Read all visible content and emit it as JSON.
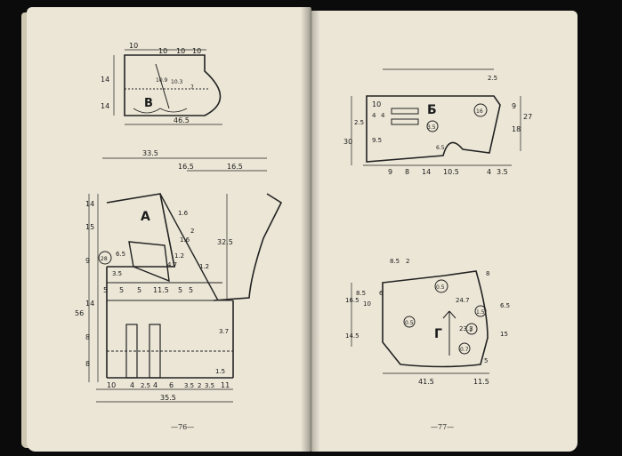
{
  "left_page": {
    "folio": "—76—",
    "pattern_b": {
      "letter": "B",
      "dims": [
        "10",
        "10",
        "10",
        "10",
        "14",
        "14",
        "10.9",
        "10.3",
        "7",
        "46.5"
      ]
    },
    "pattern_a": {
      "letter": "A",
      "dims": [
        "33.5",
        "16.5",
        "16.5",
        "14",
        "15",
        "9",
        "14",
        "8",
        "8",
        "56",
        "32.5",
        "3.5",
        "6.5",
        "4.7",
        "1.6",
        "1.6",
        "1.2",
        "1.2",
        "2",
        "5",
        "5",
        "5",
        "11.5",
        "5",
        "5",
        "3.7",
        "1.5",
        "10",
        "4",
        "2.5",
        "4",
        "6",
        "3.5",
        "2",
        "3.5",
        "11",
        "35.5"
      ],
      "circle_label": "28"
    }
  },
  "right_page": {
    "folio": "—77—",
    "pattern_b2": {
      "letter": "Б",
      "dims": [
        "2.5",
        "10",
        "4",
        "4",
        "9.5",
        "2.5",
        "30",
        "9",
        "18",
        "27",
        "9",
        "8",
        "14",
        "10.5",
        "4",
        "3.5"
      ],
      "circles": [
        "16",
        "3.5",
        "6.5"
      ]
    },
    "pattern_g": {
      "letter": "Г",
      "dims": [
        "8.5",
        "2",
        "8.5",
        "10",
        "6",
        "16.5",
        "14.5",
        "24.7",
        "23.3",
        "8",
        "6.5",
        "15",
        "5",
        "41.5",
        "11.5"
      ],
      "circles": [
        "0.5",
        "1.5",
        "1",
        "0.7",
        "0.5"
      ]
    }
  }
}
